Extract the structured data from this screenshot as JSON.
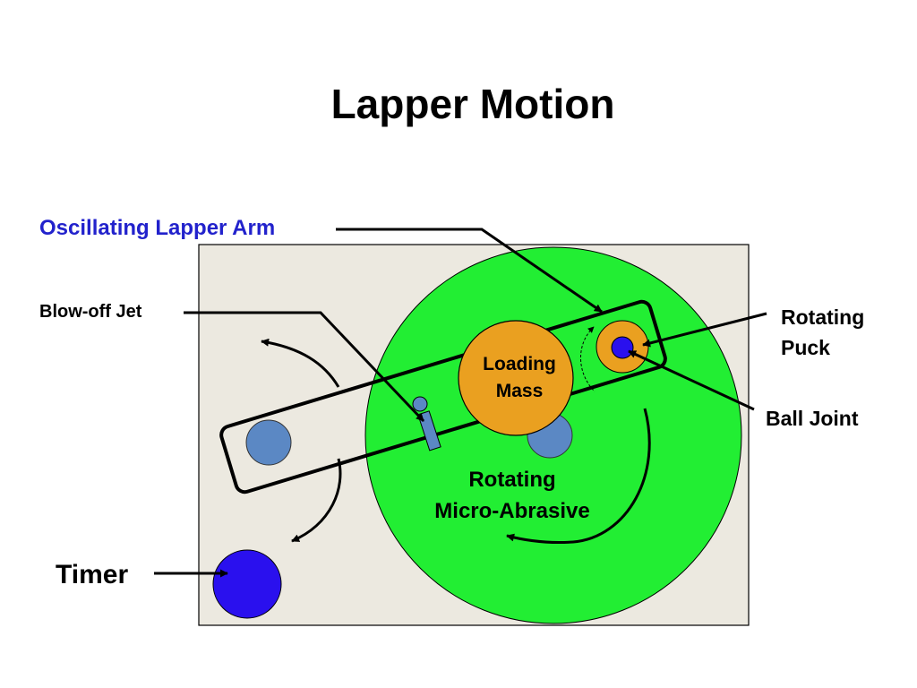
{
  "title": "Lapper Motion",
  "labels": {
    "lapper_arm": "Oscillating Lapper Arm",
    "blow_off_jet": "Blow-off Jet",
    "rotating_puck_line1": "Rotating",
    "rotating_puck_line2": "Puck",
    "ball_joint": "Ball Joint",
    "timer": "Timer",
    "loading_mass_line1": "Loading",
    "loading_mass_line2": "Mass",
    "abrasive_line1": "Rotating",
    "abrasive_line2": "Micro-Abrasive"
  },
  "colors": {
    "base_plate": "#ece9e0",
    "abrasive_disk": "#22ee33",
    "loading_mass": "#eaa020",
    "puck": "#eaa020",
    "ball_joint": "#2a10ee",
    "timer": "#2a10ee",
    "arm_holes": "#5b88c4",
    "blow_off_jet": "#5b88c4",
    "blue_label": "#2222cc"
  }
}
